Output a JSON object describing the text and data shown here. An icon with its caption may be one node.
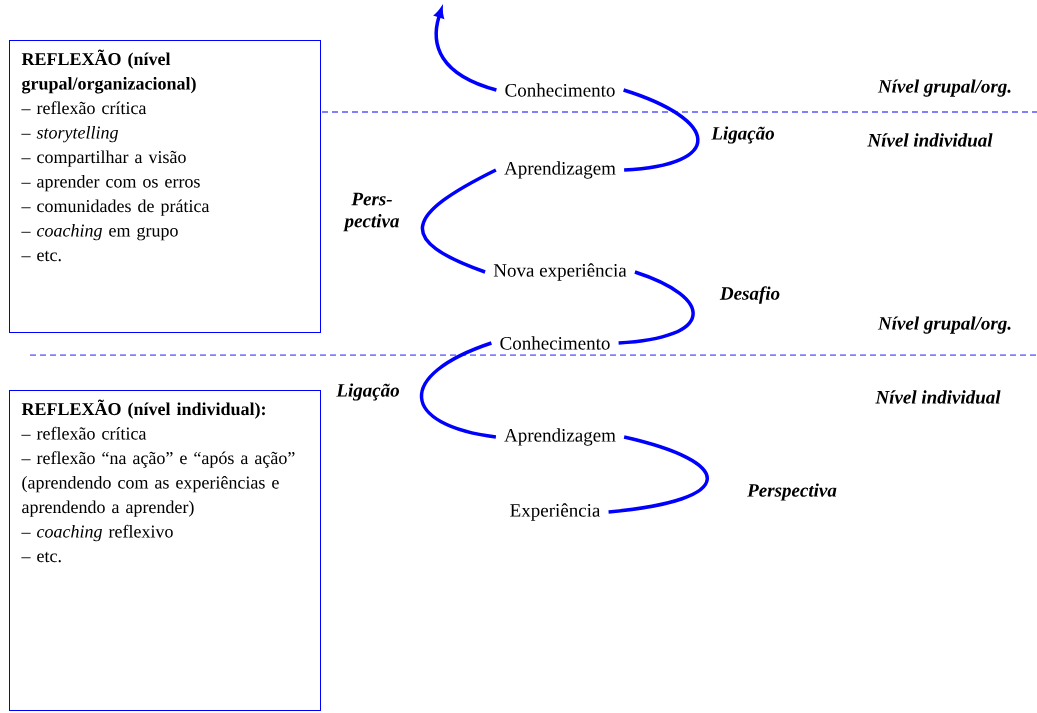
{
  "diagram": {
    "nodes": [
      {
        "text": [
          "REFLEXÃO (nível grupal/organizacional)",
          "– reflexão crítica",
          "– *storytelling*",
          "– compartilhar a visão",
          "– aprender com os erros",
          "– comunidades de prática",
          "– *coaching* em grupo",
          "– etc."
        ]
      },
      {
        "text": [
          "REFLEXÃO (nível individual):",
          "– reflexão crítica",
          "– reflexão “na ação” e “após a ação” (aprendendo com as experiências e aprendendo a aprender)",
          "– *coaching* reflexivo",
          "– etc."
        ]
      },
      {
        "text": [
          "Conhecimento"
        ]
      },
      {
        "text": [
          "Aprendizagem"
        ]
      },
      {
        "text": [
          "Nova experiência"
        ]
      },
      {
        "text": [
          "Conhecimento"
        ]
      },
      {
        "text": [
          "Aprendizagem"
        ]
      },
      {
        "text": [
          "Experiência"
        ]
      }
    ],
    "edges": [
      {
        "from": 7,
        "to": 6,
        "arrow": "none",
        "label": "Perspectiva"
      },
      {
        "from": 6,
        "to": 5,
        "arrow": "none",
        "label": "Ligação"
      },
      {
        "from": 5,
        "to": 4,
        "arrow": "none",
        "label": "Desafio"
      },
      {
        "from": 4,
        "to": 3,
        "arrow": "none",
        "label": "Pers- pectiva"
      },
      {
        "from": 3,
        "to": 2,
        "arrow": "none",
        "label": "Ligação"
      },
      {
        "from": 2,
        "to": null,
        "arrow": "to"
      }
    ],
    "labels": [
      "Nível grupal/org.",
      "Nível individual",
      "Nível grupal/org.",
      "Nível individual"
    ]
  }
}
